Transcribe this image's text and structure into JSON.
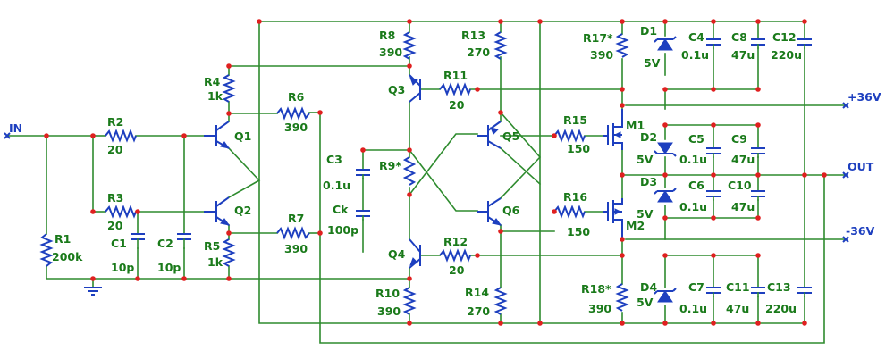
{
  "ports": {
    "in": "IN",
    "out": "OUT",
    "vpos": "+36V",
    "vneg": "-36V"
  },
  "components": {
    "R1": {
      "ref": "R1",
      "value": "200k"
    },
    "R2": {
      "ref": "R2",
      "value": "20"
    },
    "R3": {
      "ref": "R3",
      "value": "20"
    },
    "R4": {
      "ref": "R4",
      "value": "1k"
    },
    "R5": {
      "ref": "R5",
      "value": "1k"
    },
    "R6": {
      "ref": "R6",
      "value": "390"
    },
    "R7": {
      "ref": "R7",
      "value": "390"
    },
    "R8": {
      "ref": "R8",
      "value": "390"
    },
    "R9": {
      "ref": "R9*",
      "value": ""
    },
    "R10": {
      "ref": "R10",
      "value": "390"
    },
    "R11": {
      "ref": "R11",
      "value": "20"
    },
    "R12": {
      "ref": "R12",
      "value": "20"
    },
    "R13": {
      "ref": "R13",
      "value": "270"
    },
    "R14": {
      "ref": "R14",
      "value": "270"
    },
    "R15": {
      "ref": "R15",
      "value": "150"
    },
    "R16": {
      "ref": "R16",
      "value": "150"
    },
    "R17": {
      "ref": "R17*",
      "value": "390"
    },
    "R18": {
      "ref": "R18*",
      "value": "390"
    },
    "C1": {
      "ref": "C1",
      "value": "10p"
    },
    "C2": {
      "ref": "C2",
      "value": "10p"
    },
    "C3": {
      "ref": "C3",
      "value": "0.1u"
    },
    "Ck": {
      "ref": "Ck",
      "value": "100p"
    },
    "C4": {
      "ref": "C4",
      "value": "0.1u"
    },
    "C5": {
      "ref": "C5",
      "value": "0.1u"
    },
    "C6": {
      "ref": "C6",
      "value": "0.1u"
    },
    "C7": {
      "ref": "C7",
      "value": "0.1u"
    },
    "C8": {
      "ref": "C8",
      "value": "47u"
    },
    "C9": {
      "ref": "C9",
      "value": "47u"
    },
    "C10": {
      "ref": "C10",
      "value": "47u"
    },
    "C11": {
      "ref": "C11",
      "value": "47u"
    },
    "C12": {
      "ref": "C12",
      "value": "220u"
    },
    "C13": {
      "ref": "C13",
      "value": "220u"
    },
    "D1": {
      "ref": "D1",
      "value": "5V"
    },
    "D2": {
      "ref": "D2",
      "value": "5V"
    },
    "D3": {
      "ref": "D3",
      "value": "5V"
    },
    "D4": {
      "ref": "D4",
      "value": "5V"
    },
    "Q1": {
      "ref": "Q1"
    },
    "Q2": {
      "ref": "Q2"
    },
    "Q3": {
      "ref": "Q3"
    },
    "Q4": {
      "ref": "Q4"
    },
    "Q5": {
      "ref": "Q5"
    },
    "Q6": {
      "ref": "Q6"
    },
    "M1": {
      "ref": "M1"
    },
    "M2": {
      "ref": "M2"
    }
  },
  "colors": {
    "wire": "#2e8b2e",
    "component": "#1d3fbf",
    "junction": "#e02020",
    "label": "#1a7a1a",
    "port": "#1d3fbf"
  }
}
